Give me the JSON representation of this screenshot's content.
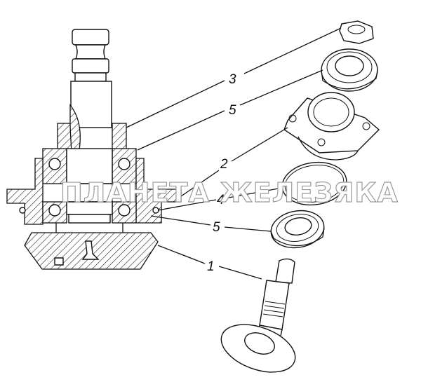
{
  "diagram": {
    "watermark": "ПЛАНЕТА ЖЕЛЕЗЯКА",
    "callouts": [
      {
        "id": "3",
        "label": "3",
        "part": "nut"
      },
      {
        "id": "5a",
        "label": "5",
        "part": "upper-bearing"
      },
      {
        "id": "2",
        "label": "2",
        "part": "bearing-housing"
      },
      {
        "id": "4",
        "label": "4",
        "part": "o-ring"
      },
      {
        "id": "5b",
        "label": "5",
        "part": "lower-bearing"
      },
      {
        "id": "1",
        "label": "1",
        "part": "drive-gear-shaft"
      }
    ],
    "colors": {
      "line": "#111111",
      "background": "#ffffff",
      "watermark_outline": "#9a9a9a"
    }
  }
}
